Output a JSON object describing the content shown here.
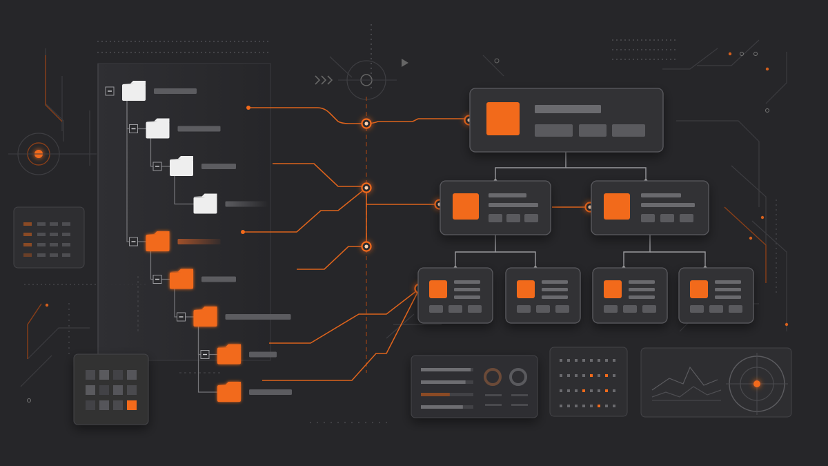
{
  "colors": {
    "background": "#262629",
    "accent": "#f26a1b",
    "accent_glow": "#ff8a3d",
    "folder_light": "#eeeeee",
    "card_fill": "#333336",
    "card_stroke": "#5a5a5e",
    "placeholder": "#5c5c60",
    "line_gray": "#8a8a8e",
    "dim": "#3d3d41"
  },
  "icons": {
    "folder": "folder-icon",
    "collapse_toggle": "minus-square-icon",
    "node_badge": "orange-square-icon",
    "target": "crosshair-target-icon",
    "fast_forward": "fast-forward-icon",
    "play": "play-icon"
  },
  "tree": {
    "nodes": [
      {
        "depth": 0,
        "style": "light",
        "toggle": true
      },
      {
        "depth": 1,
        "style": "light",
        "toggle": true
      },
      {
        "depth": 2,
        "style": "light",
        "toggle": true
      },
      {
        "depth": 3,
        "style": "light",
        "toggle": false
      },
      {
        "depth": 1,
        "style": "orange",
        "toggle": true
      },
      {
        "depth": 2,
        "style": "orange",
        "toggle": true
      },
      {
        "depth": 3,
        "style": "orange",
        "toggle": true
      },
      {
        "depth": 4,
        "style": "orange",
        "toggle": true
      },
      {
        "depth": 4,
        "style": "orange",
        "toggle": false
      }
    ]
  },
  "hierarchy": {
    "levels": [
      1,
      2,
      4
    ],
    "highlighted_nodes": [
      "root",
      "mid-left",
      "mid-right",
      "leaf-1"
    ]
  },
  "widgets": {
    "progress_rows": [
      0.95,
      0.85,
      0.55,
      0.8
    ],
    "rings": 2,
    "dot_grid": {
      "rows": 4,
      "cols": 8,
      "orange_cells": [
        [
          1,
          4
        ],
        [
          1,
          6
        ],
        [
          2,
          3
        ],
        [
          2,
          6
        ],
        [
          3,
          5
        ]
      ]
    },
    "tile_grid": {
      "rows": 3,
      "cols": 4,
      "orange_cell": [
        2,
        3
      ]
    }
  }
}
